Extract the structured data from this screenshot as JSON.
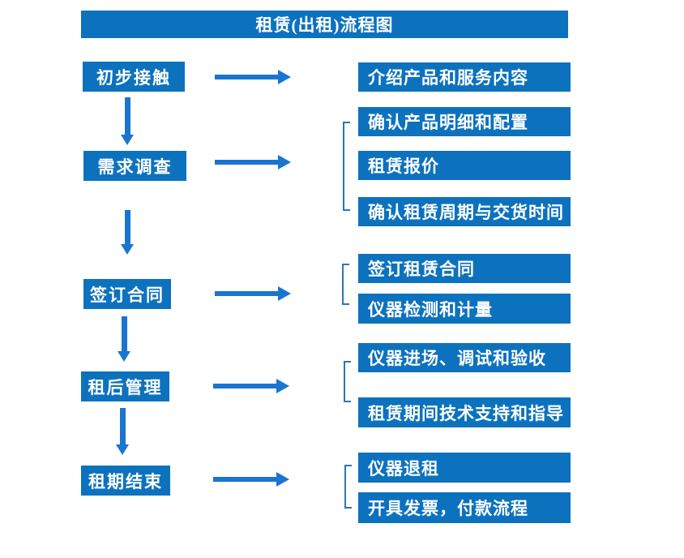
{
  "title": "租赁(出租)流程图",
  "colors": {
    "box_blue": "#0d72be",
    "arrow_blue": "#1a75d0",
    "bracket_blue": "#2e75b6",
    "text_white": "#ffffff",
    "background": "#ffffff"
  },
  "steps": [
    {
      "label": "初步接触",
      "outputs": [
        "介绍产品和服务内容"
      ]
    },
    {
      "label": "需求调查",
      "outputs": [
        "确认产品明细和配置",
        "租赁报价",
        "确认租赁周期与交货时间"
      ]
    },
    {
      "label": "签订合同",
      "outputs": [
        "签订租赁合同",
        "仪器检测和计量"
      ]
    },
    {
      "label": "租后管理",
      "outputs": [
        "仪器进场、调试和验收",
        "租赁期间技术支持和指导"
      ]
    },
    {
      "label": "租期结束",
      "outputs": [
        "仪器退租",
        "开具发票，付款流程"
      ]
    }
  ]
}
